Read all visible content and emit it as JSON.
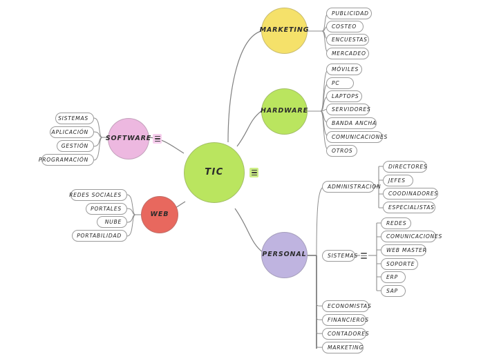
{
  "diagram": {
    "title": "TIC",
    "background": "#ffffff",
    "root": {
      "label": "TIC",
      "color": "#bae55f",
      "badge": "hamburger-menu-icon",
      "badge_color": "#cdee86"
    },
    "branches": [
      {
        "id": "marketing",
        "label": "MARKETING",
        "color": "#f5e16a",
        "badge": null,
        "side": "right",
        "children": [
          {
            "label": "PUBLICIDAD"
          },
          {
            "label": "COSTEO"
          },
          {
            "label": "ENCUESTAS"
          },
          {
            "label": "MERCADEO"
          }
        ]
      },
      {
        "id": "hardware",
        "label": "HARDWARE",
        "color": "#bae55f",
        "badge": null,
        "side": "right",
        "children": [
          {
            "label": "MÓVILES"
          },
          {
            "label": "PC"
          },
          {
            "label": "LAPTOPS"
          },
          {
            "label": "SERVIDORES"
          },
          {
            "label": "BANDA ANCHA"
          },
          {
            "label": "COMUNICACIONES"
          },
          {
            "label": "OTROS"
          }
        ]
      },
      {
        "id": "personal",
        "label": "PERSONAL",
        "color": "#bfb4e0",
        "badge": null,
        "side": "right",
        "children": [
          {
            "label": "ADMINISTRACION",
            "badge": null,
            "children": [
              {
                "label": "DIRECTORES"
              },
              {
                "label": "JEFES"
              },
              {
                "label": "COODINADORES"
              },
              {
                "label": "ESPECIALISTAS"
              }
            ]
          },
          {
            "label": "SISTEMAS",
            "badge": "hamburger-menu-icon",
            "children": [
              {
                "label": "REDES"
              },
              {
                "label": "COMUNICACIONES"
              },
              {
                "label": "WEB MASTER"
              },
              {
                "label": "SOPORTE"
              },
              {
                "label": "ERP"
              },
              {
                "label": "SAP"
              }
            ]
          },
          {
            "label": "ECONOMISTAS"
          },
          {
            "label": "FINANCIEROS"
          },
          {
            "label": "CONTADORES"
          },
          {
            "label": "MARKETING"
          }
        ]
      },
      {
        "id": "software",
        "label": "SOFTWARE",
        "color": "#edb8e0",
        "badge": "hamburger-menu-icon",
        "badge_color": "#f7cfee",
        "side": "left",
        "children": [
          {
            "label": "SISTEMAS"
          },
          {
            "label": "APLICACIÓN"
          },
          {
            "label": "GESTIÓN"
          },
          {
            "label": "PROGRAMACIÓN"
          }
        ]
      },
      {
        "id": "web",
        "label": "WEB",
        "color": "#e8685e",
        "badge": null,
        "side": "left",
        "children": [
          {
            "label": "REDES SOCIALES"
          },
          {
            "label": "PORTALES"
          },
          {
            "label": "NUBE"
          },
          {
            "label": "PORTABILIDAD"
          }
        ]
      }
    ]
  }
}
